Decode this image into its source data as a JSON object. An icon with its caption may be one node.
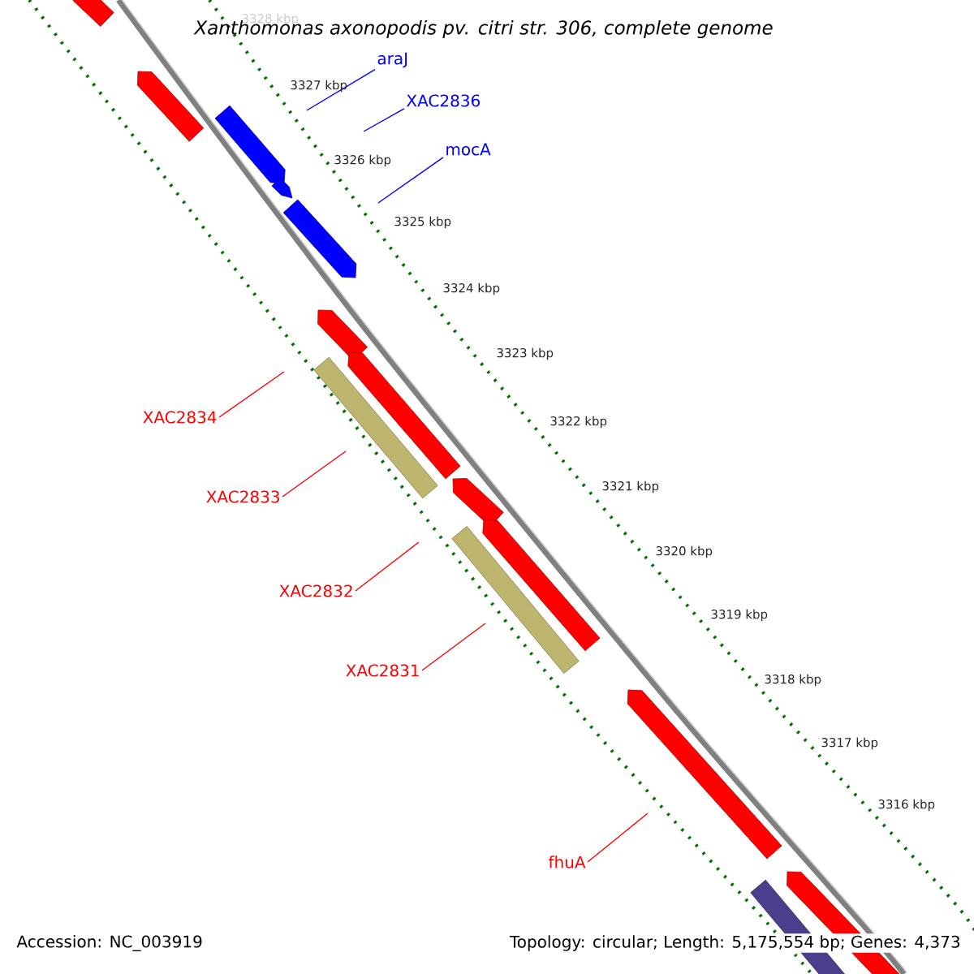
{
  "diagram": {
    "title": "Xanthomonas axonopodis pv. citri str. 306, complete genome",
    "nodes": [
      {
        "text": [
          "araJ"
        ]
      },
      {
        "text": [
          "XAC2836"
        ]
      },
      {
        "text": [
          "mocA"
        ]
      },
      {
        "text": [
          "XAC2834"
        ]
      },
      {
        "text": [
          "XAC2833"
        ]
      },
      {
        "text": [
          "XAC2832"
        ]
      },
      {
        "text": [
          "XAC2831"
        ]
      },
      {
        "text": [
          "fhuA"
        ]
      }
    ],
    "edges": [
      {
        "from": 0,
        "to": null,
        "arrow": "none",
        "color": "#0000ff"
      },
      {
        "from": 1,
        "to": null,
        "arrow": "none",
        "color": "#0000ff"
      },
      {
        "from": 2,
        "to": null,
        "arrow": "none",
        "color": "#0000ff"
      },
      {
        "from": 3,
        "to": null,
        "arrow": "none"
      },
      {
        "from": 4,
        "to": null,
        "arrow": "none"
      },
      {
        "from": 5,
        "to": null,
        "arrow": "none"
      },
      {
        "from": 6,
        "to": null,
        "arrow": "none"
      },
      {
        "from": 7,
        "to": null,
        "arrow": "none"
      }
    ],
    "labels": [
      "3328 kbp",
      "3327 kbp",
      "3326 kbp",
      "3325 kbp",
      "3324 kbp",
      "3323 kbp",
      "3322 kbp",
      "3321 kbp",
      "3320 kbp",
      "3319 kbp",
      "3318 kbp",
      "3317 kbp",
      "3316 kbp",
      "Accession: NC_003919",
      "Topology: circular; Length: 5,175,554 bp; Genes: 4,373"
    ]
  }
}
